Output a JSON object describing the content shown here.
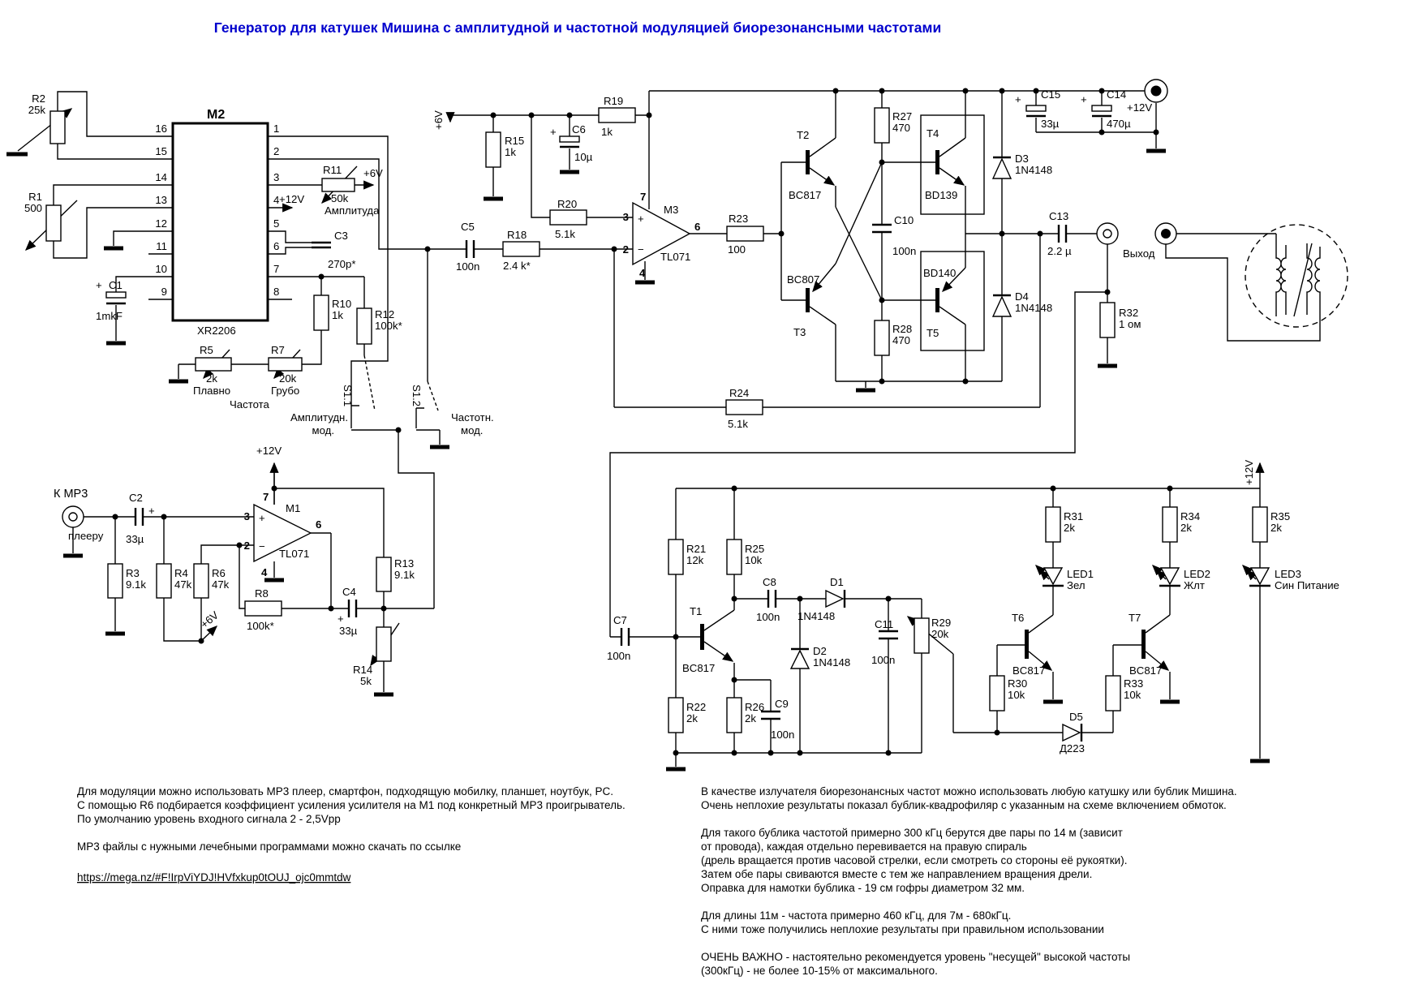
{
  "title": "Генератор для катушек Мишина с амплитудной и частотной модуляцией биорезонансными частотами",
  "sym": {
    "plus": "+"
  },
  "power": {
    "p6v": "+6V",
    "p12v": "+12V"
  },
  "io": {
    "mp3_line1": "К МР3",
    "mp3_line2": "плееру",
    "output": "Выход"
  },
  "m2": {
    "ref": "M2",
    "part": "XR2206",
    "pins_left": [
      "16",
      "15",
      "14",
      "13",
      "12",
      "11",
      "10",
      "9"
    ],
    "pins_right": [
      "1",
      "2",
      "3",
      "4",
      "5",
      "6",
      "7",
      "8"
    ]
  },
  "m1": {
    "ref": "M1",
    "part": "TL071"
  },
  "m3": {
    "ref": "M3",
    "part": "TL071"
  },
  "opamp_pins": {
    "p2": "2",
    "p3": "3",
    "p4": "4",
    "p6": "6",
    "p7": "7",
    "plus": "+",
    "minus": "−"
  },
  "controls": {
    "freq": "Частота"
  },
  "components": {
    "r1": {
      "ref": "R1",
      "val": "500"
    },
    "r2": {
      "ref": "R2",
      "val": "25k"
    },
    "r3": {
      "ref": "R3",
      "val": "9.1k"
    },
    "r4": {
      "ref": "R4",
      "val": "47k"
    },
    "r5": {
      "ref": "R5",
      "val": "2k",
      "note": "Плавно"
    },
    "r6": {
      "ref": "R6",
      "val": "47k"
    },
    "r7": {
      "ref": "R7",
      "val": "20k",
      "note": "Грубо"
    },
    "r8": {
      "ref": "R8",
      "val": "100k*"
    },
    "r10": {
      "ref": "R10",
      "val": "1k"
    },
    "r11": {
      "ref": "R11",
      "val": "50k",
      "note": "Амплитуда"
    },
    "r12": {
      "ref": "R12",
      "val": "100k*"
    },
    "r13": {
      "ref": "R13",
      "val": "9.1k"
    },
    "r14": {
      "ref": "R14",
      "val": "5k"
    },
    "r15": {
      "ref": "R15",
      "val": "1k"
    },
    "r18": {
      "ref": "R18",
      "val": "2.4 k*"
    },
    "r19": {
      "ref": "R19",
      "val": "1k"
    },
    "r20": {
      "ref": "R20",
      "val": "5.1k"
    },
    "r21": {
      "ref": "R21",
      "val": "12k"
    },
    "r22": {
      "ref": "R22",
      "val": "2k"
    },
    "r23": {
      "ref": "R23",
      "val": "100"
    },
    "r24": {
      "ref": "R24",
      "val": "5.1k"
    },
    "r25": {
      "ref": "R25",
      "val": "10k"
    },
    "r26": {
      "ref": "R26",
      "val": "2k"
    },
    "r27": {
      "ref": "R27",
      "val": "470"
    },
    "r28": {
      "ref": "R28",
      "val": "470"
    },
    "r29": {
      "ref": "R29",
      "val": "20k"
    },
    "r30": {
      "ref": "R30",
      "val": "10k"
    },
    "r31": {
      "ref": "R31",
      "val": "2k"
    },
    "r32": {
      "ref": "R32",
      "val": "1 ом"
    },
    "r33": {
      "ref": "R33",
      "val": "10k"
    },
    "r34": {
      "ref": "R34",
      "val": "2k"
    },
    "r35": {
      "ref": "R35",
      "val": "2k"
    },
    "c1": {
      "ref": "C1",
      "val": "1mkF"
    },
    "c2": {
      "ref": "C2",
      "val": "33µ"
    },
    "c3": {
      "ref": "C3",
      "val": "270p*"
    },
    "c4": {
      "ref": "C4",
      "val": "33µ"
    },
    "c5": {
      "ref": "C5",
      "val": "100n"
    },
    "c6": {
      "ref": "C6",
      "val": "10µ"
    },
    "c7": {
      "ref": "C7",
      "val": "100n"
    },
    "c8": {
      "ref": "C8",
      "val": "100n"
    },
    "c9": {
      "ref": "C9",
      "val": "100n"
    },
    "c10": {
      "ref": "C10",
      "val": "100n"
    },
    "c11": {
      "ref": "C11",
      "val": "100n"
    },
    "c13": {
      "ref": "C13",
      "val": "2.2 µ"
    },
    "c14": {
      "ref": "C14",
      "val": "470µ"
    },
    "c15": {
      "ref": "C15",
      "val": "33µ"
    },
    "d1": {
      "ref": "D1",
      "val": "1N4148"
    },
    "d2": {
      "ref": "D2",
      "val": "1N4148"
    },
    "d3": {
      "ref": "D3",
      "val": "1N4148"
    },
    "d4": {
      "ref": "D4",
      "val": "1N4148"
    },
    "d5": {
      "ref": "D5",
      "val": "Д223"
    },
    "t1": {
      "ref": "T1",
      "val": "BC817"
    },
    "t2": {
      "ref": "T2",
      "val": "BC817"
    },
    "t3": {
      "ref": "T3",
      "val": "BC807"
    },
    "t4": {
      "ref": "T4",
      "val": "BD139"
    },
    "t5": {
      "ref": "T5",
      "val": "BD140"
    },
    "t6": {
      "ref": "T6",
      "val": "BC817"
    },
    "t7": {
      "ref": "T7",
      "val": "BC817"
    },
    "led1": {
      "ref": "LED1",
      "val": "Зел"
    },
    "led2": {
      "ref": "LED2",
      "val": "Жлт"
    },
    "led3": {
      "ref": "LED3",
      "val": "Син Питание"
    },
    "s11": {
      "ref": "S1.1",
      "note1": "Амплитудн.",
      "note2": "мод."
    },
    "s12": {
      "ref": "S1.2",
      "note1": "Частотн.",
      "note2": "мод."
    }
  },
  "notes_left": {
    "lines": [
      "Для модуляции можно использовать MP3 плеер, смартфон, подходящую мобилку, планшет, ноутбук, PC.",
      "С помощью R6 подбирается коэффициент усиления усилителя на M1 под конкретный MP3 проигрыватель.",
      " По умолчанию уровень входного сигнала 2 - 2,5Vpp",
      "MP3 файлы с нужными лечебными программами можно скачать по ссылке"
    ],
    "link": "https://mega.nz/#F!IrpViYDJ!HVfxkup0tOUJ_ojc0mmtdw"
  },
  "notes_right": {
    "lines": [
      "В качестве излучателя биорезонансных частот можно использовать любую катушку или бублик Мишина.",
      "Очень неплохие результаты показал бублик-квадрофиляр с указанным на схеме включением обмоток.",
      "Для такого бублика частотой примерно 300 кГц берутся две пары по 14 м (зависит",
      "от провода), каждая отдельно перевивается на правую спираль",
      " (дрель вращается против часовой стрелки, если смотреть со стороны её рукоятки).",
      "Затем обе пары свиваются вместе с тем же направлением вращения дрели.",
      "Оправка для намотки бублика - 19 см гофры диаметром 32 мм.",
      "Для длины 11м - частота примерно 460 кГц, для 7м - 680кГц.",
      "С ними тоже получились неплохие результаты при правильном использовании",
      "ОЧЕНЬ ВАЖНО - настоятельно рекомендуется уровень \"несущей\" высокой частоты",
      "(300кГц) - не более 10-15% от максимального."
    ]
  }
}
